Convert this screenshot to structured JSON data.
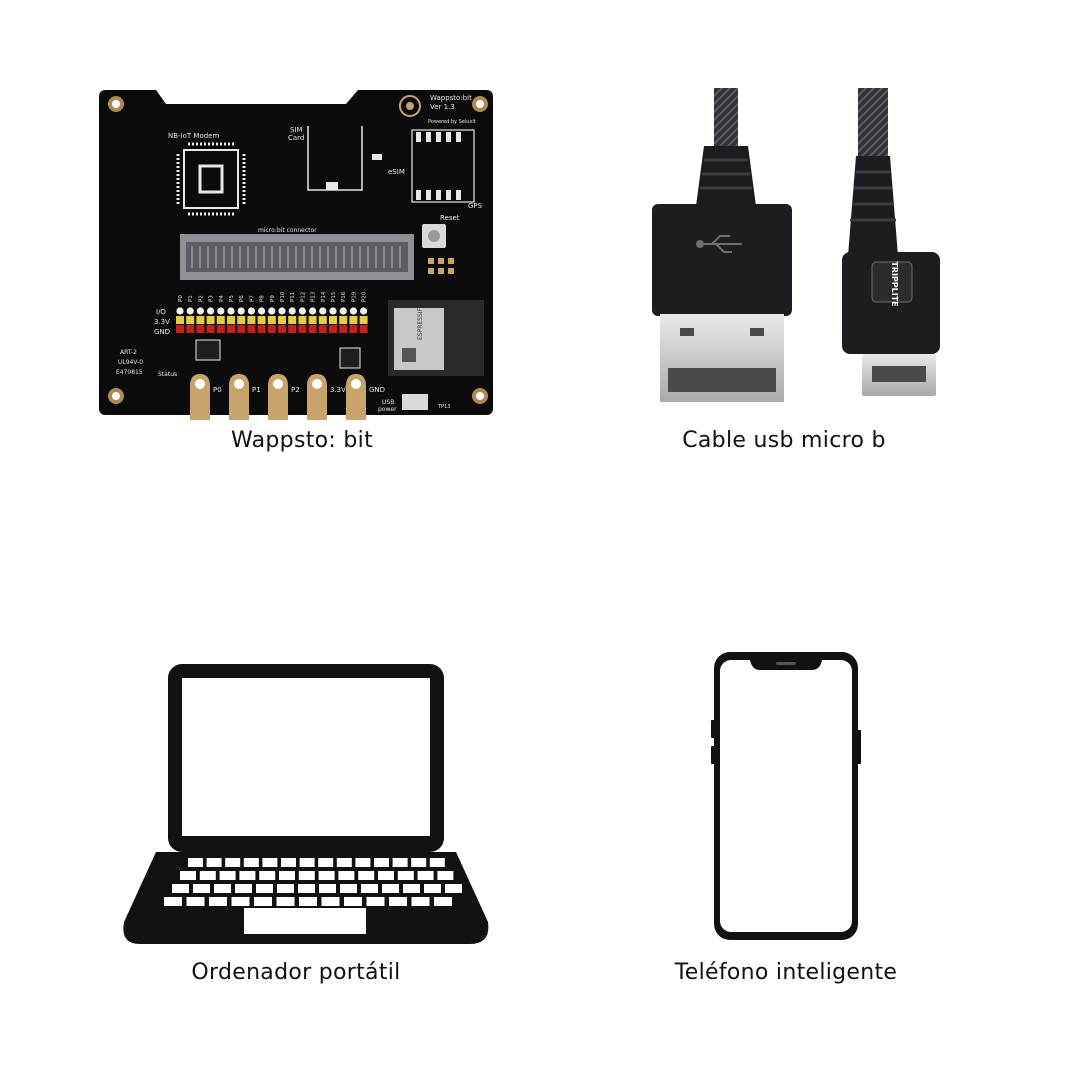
{
  "items": [
    {
      "caption": "Wappsto: bit",
      "image": "wappsto-bit-board",
      "board": {
        "title": "Wappsto:bit",
        "version": "Ver 1.3",
        "powered": "Powered by Seluxit",
        "modem": "NB-IoT Modem",
        "sim_card": "SIM\nCard",
        "sim_line1": "SIM",
        "sim_line2": "Card",
        "esim": "eSIM",
        "gps": "GPS",
        "reset": "Reset",
        "connector": "micro:bit connector",
        "io_label": "I/O",
        "v33_label": "3.3V",
        "gnd_label": "GND",
        "pins": [
          "P0",
          "P1",
          "P2",
          "P3",
          "P4",
          "P5",
          "P6",
          "P7",
          "P8",
          "P9",
          "P10",
          "P11",
          "P12",
          "P13",
          "P14",
          "P15",
          "P16",
          "P19",
          "P20"
        ],
        "pads": [
          "P0",
          "P1",
          "P2",
          "3.3V",
          "GND"
        ],
        "status": "Status",
        "usb_power_1": "USB",
        "usb_power_2": "power",
        "tp": "TP13",
        "cert": [
          "ART-2",
          "UL94V-0",
          "E470815"
        ],
        "module": "ESPRESSIF"
      }
    },
    {
      "caption": "Cable usb micro b",
      "image": "usb-micro-b-cable",
      "brand": "TRIPPLITE"
    },
    {
      "caption": "Ordenador portátil",
      "image": "laptop-icon"
    },
    {
      "caption": "Teléfono inteligente",
      "image": "smartphone-icon"
    }
  ],
  "colors": {
    "pcb": "#0b0b0b",
    "gold": "#c9a46a",
    "pin_yellow": "#e6cf3a",
    "pin_red": "#c4201c",
    "cable": "#2b2d31",
    "icon": "#111111"
  }
}
